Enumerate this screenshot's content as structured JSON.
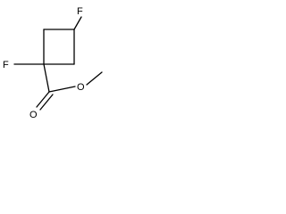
{
  "molecule": {
    "atoms": {
      "fluorine_top": "F",
      "fluorine_left": "F",
      "oxygen_ether": "O",
      "oxygen_carbonyl": "O"
    }
  }
}
